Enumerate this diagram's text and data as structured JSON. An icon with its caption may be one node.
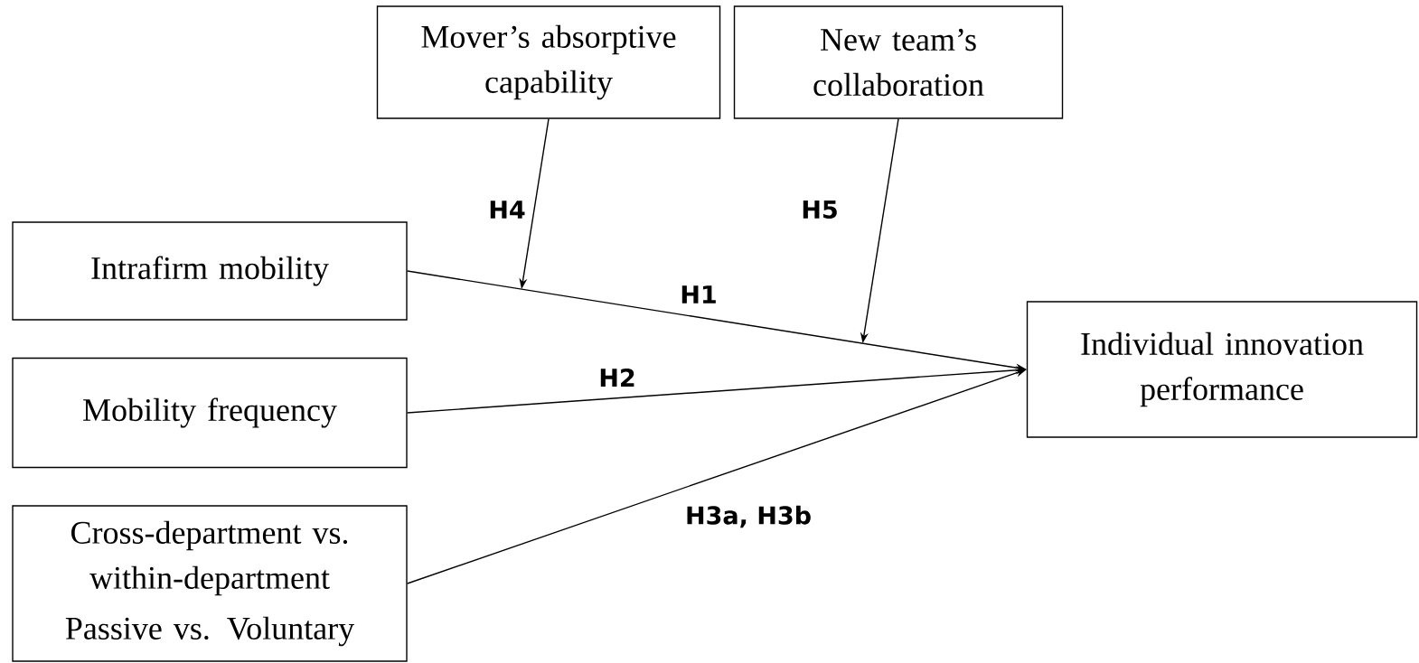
{
  "diagram": {
    "nodes": [
      {
        "text": [
          "Mover’s absorptive capability"
        ]
      },
      {
        "text": [
          "New team’s collaboration"
        ]
      },
      {
        "text": [
          "Intrafirm mobility"
        ]
      },
      {
        "text": [
          "Mobility frequency"
        ]
      },
      {
        "text": [
          "Cross-department vs. within-department",
          "Passive vs. Voluntary"
        ]
      },
      {
        "text": [
          "Individual innovation performance"
        ]
      }
    ],
    "edges": [
      {
        "from": 0,
        "to": null,
        "arrow": "to",
        "label": "H4"
      },
      {
        "from": 1,
        "to": null,
        "arrow": "to",
        "label": "H5"
      },
      {
        "from": 2,
        "to": 5,
        "arrow": "to",
        "label": "H1"
      },
      {
        "from": 3,
        "to": 5,
        "arrow": "to",
        "label": "H2"
      },
      {
        "from": 4,
        "to": 5,
        "arrow": "to",
        "label": "H3a, H3b"
      }
    ]
  }
}
